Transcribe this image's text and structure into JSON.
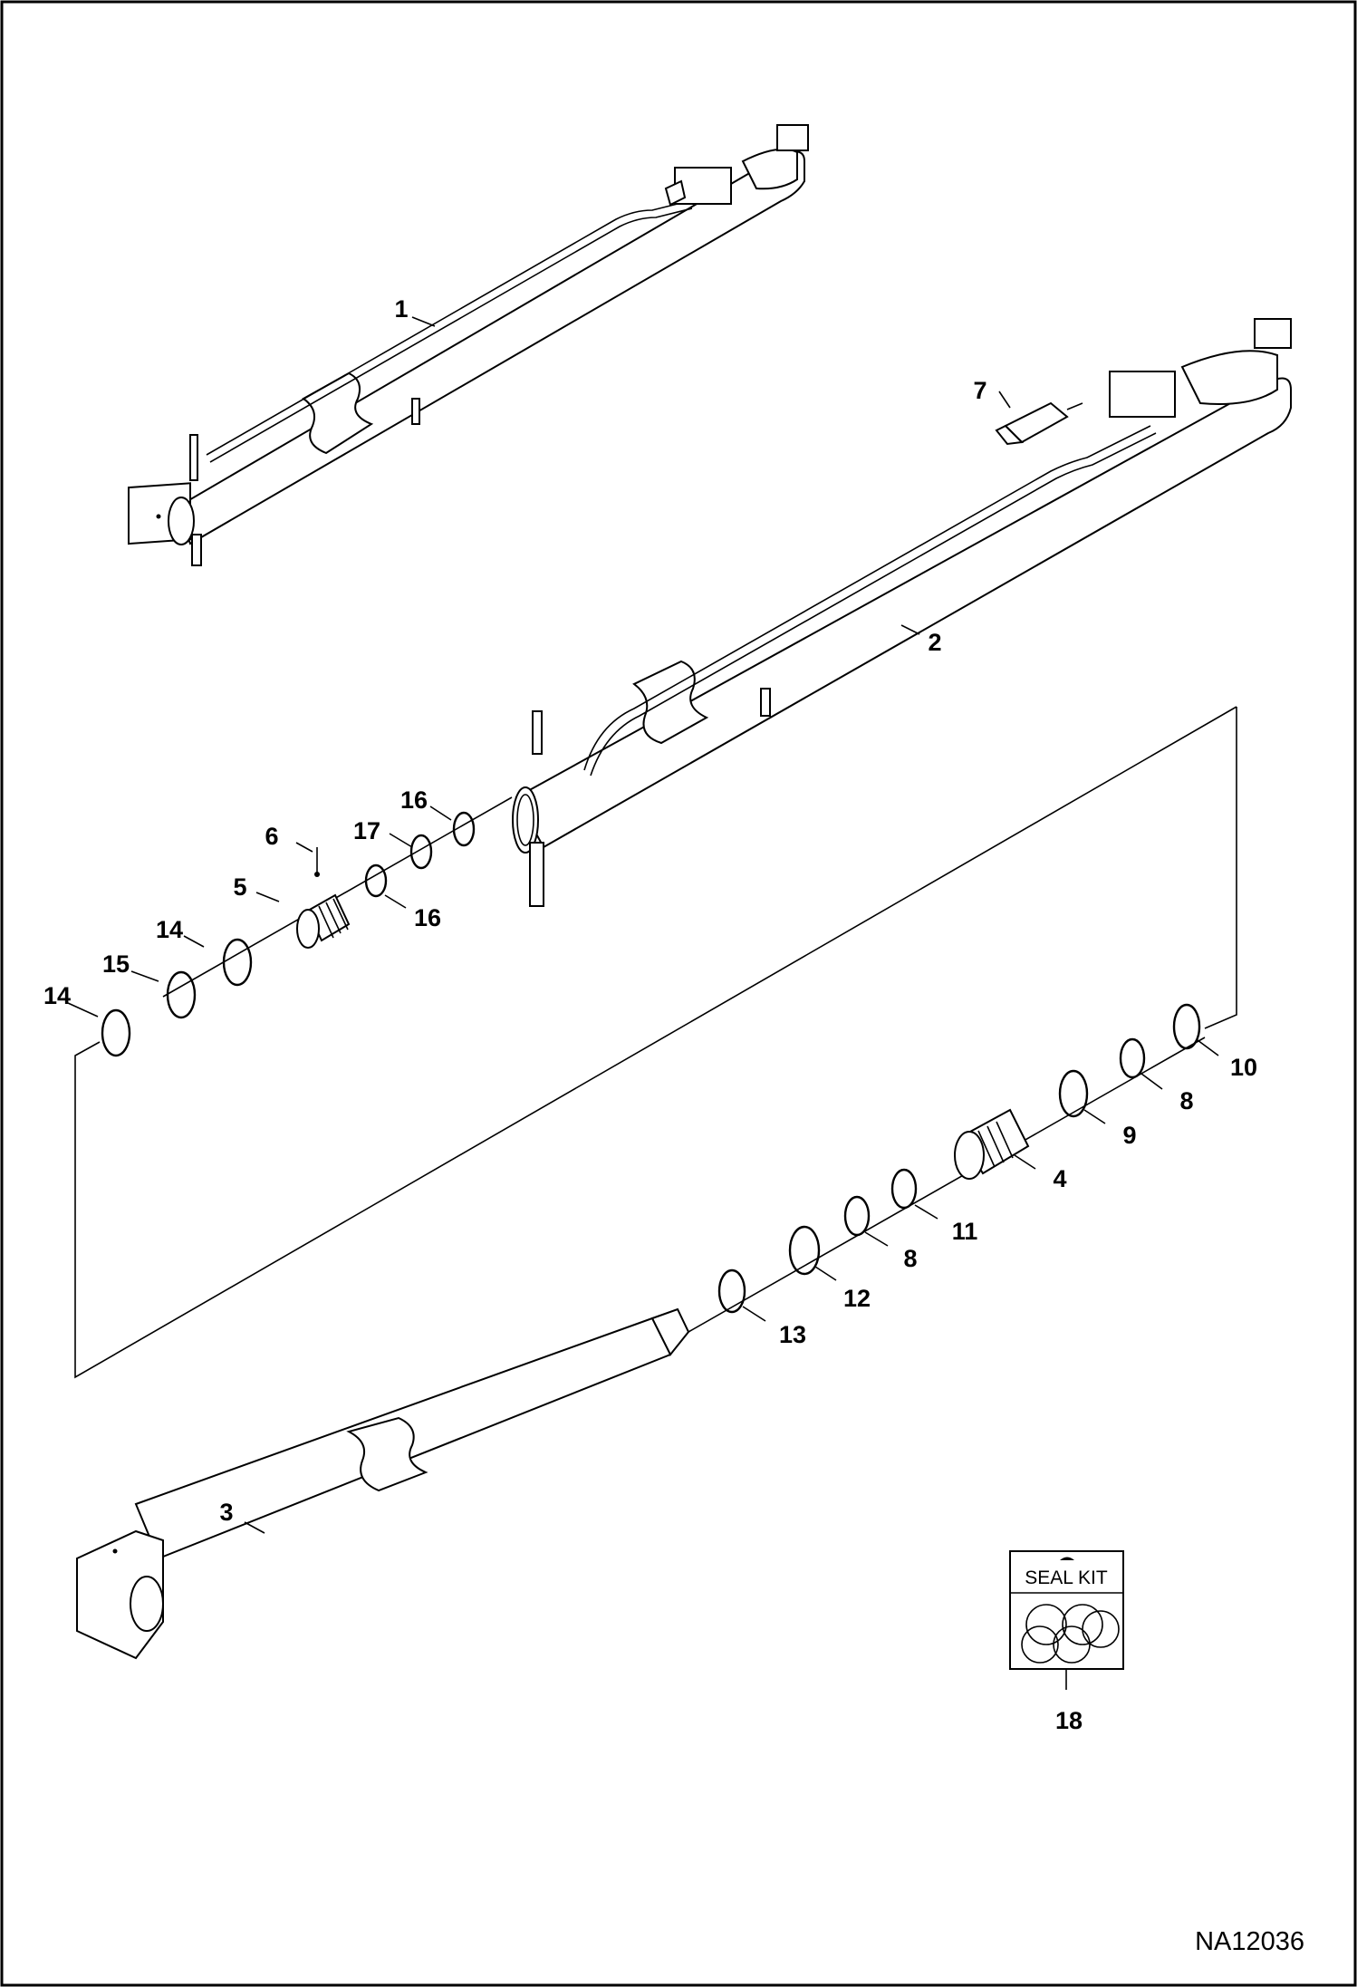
{
  "diagram": {
    "figure_id": "NA12036",
    "seal_kit_label": "SEAL KIT",
    "callouts": [
      "1",
      "2",
      "3",
      "4",
      "5",
      "6",
      "7",
      "8",
      "8",
      "9",
      "10",
      "11",
      "12",
      "13",
      "14",
      "14",
      "15",
      "16",
      "16",
      "17",
      "18"
    ]
  },
  "colors": {
    "ink": "#000000",
    "paper": "#ffffff"
  }
}
